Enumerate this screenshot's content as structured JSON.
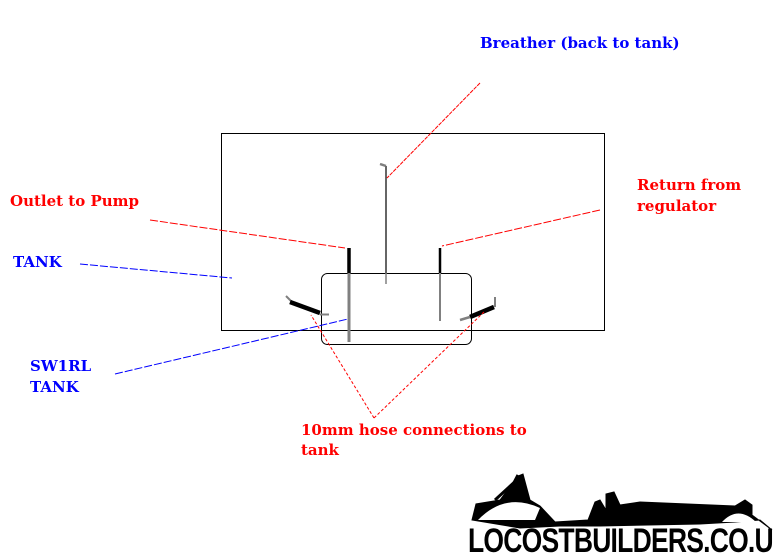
{
  "labels": {
    "breather": "Breather (back to tank)",
    "outlet": "Outlet to Pump",
    "return_line1": "Return from",
    "return_line2": "regulator",
    "tank": "TANK",
    "swirl_line1": "SW1RL",
    "swirl_line2": "TANK",
    "hose_line1": "10mm hose connections to",
    "hose_line2": "tank"
  },
  "logo": {
    "text": "LOCOSTBUILDERS.CO.UK"
  },
  "colors": {
    "red": "#ff0000",
    "blue": "#0000ff",
    "pipe_black": "#000000",
    "pipe_grey": "#808080"
  }
}
